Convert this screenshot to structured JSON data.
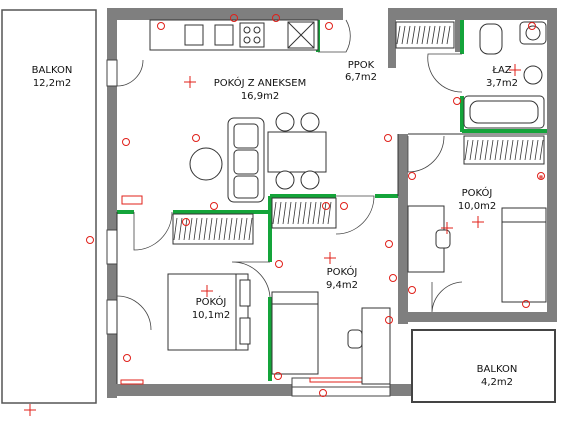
{
  "rooms": {
    "balkon_left": {
      "name": "BALKON",
      "area": "12,2m2"
    },
    "living": {
      "name": "POKÓJ Z ANEKSEM",
      "area": "16,9m2"
    },
    "hall": {
      "name": "PPOK",
      "area": "6,7m2"
    },
    "bath": {
      "name": "ŁAZ",
      "area": "3,7m2"
    },
    "room_right": {
      "name": "POKÓJ",
      "area": "10,0m2"
    },
    "room_mid": {
      "name": "POKÓJ",
      "area": "9,4m2"
    },
    "room_left": {
      "name": "POKÓJ",
      "area": "10,1m2"
    },
    "balkon_right": {
      "name": "BALKON",
      "area": "4,2m2"
    }
  },
  "colors": {
    "wall": "#7f7f7f",
    "partition": "#14a43a",
    "electrical": "#e0201a"
  }
}
